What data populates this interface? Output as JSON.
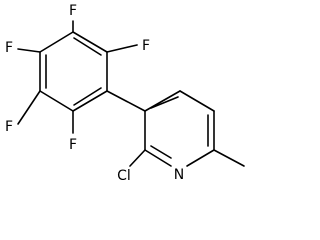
{
  "atoms": {
    "f_top": "F",
    "f_upper_left": "F",
    "f_upper_right": "F",
    "f_lower_left": "F",
    "f_bottom": "F",
    "cl": "Cl",
    "n": "N"
  }
}
